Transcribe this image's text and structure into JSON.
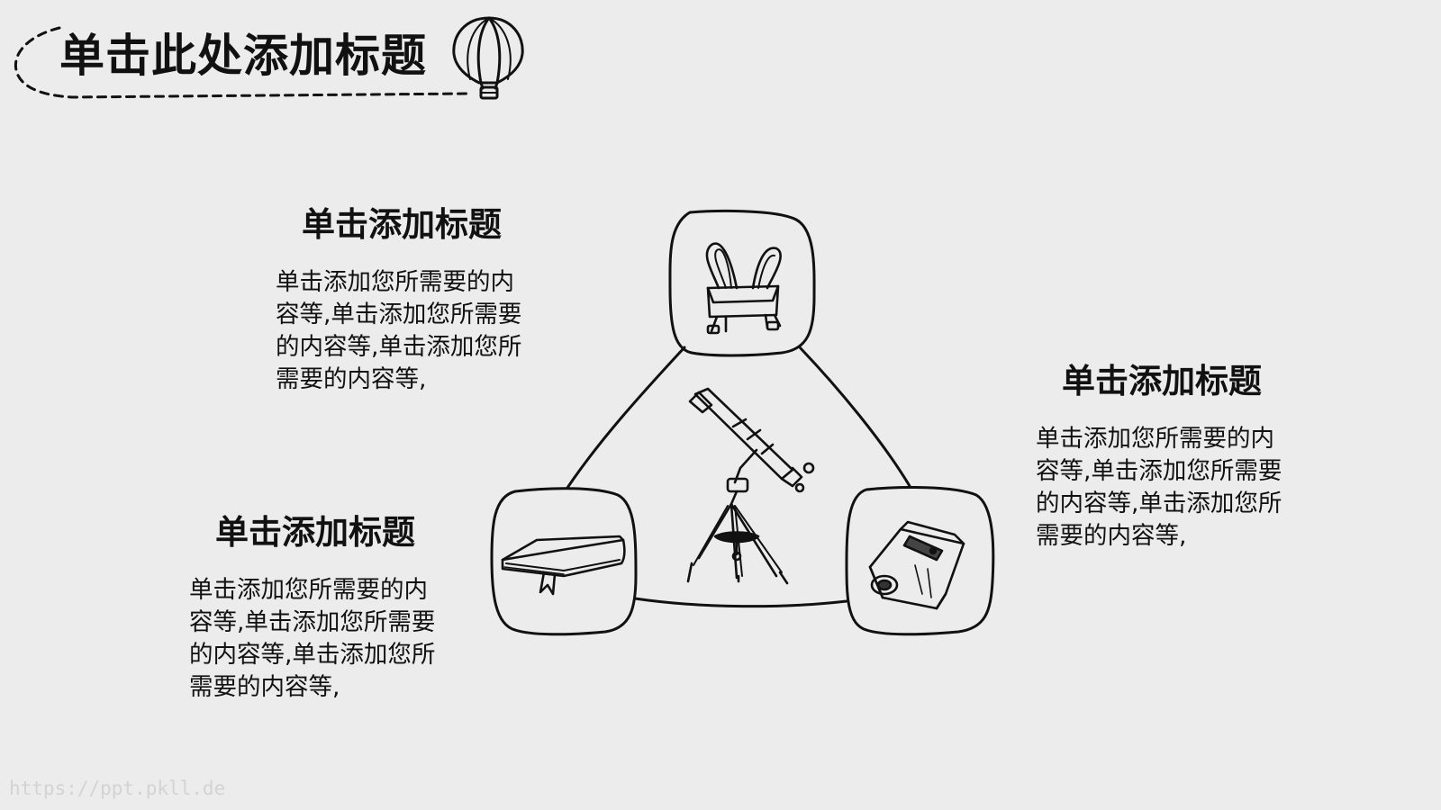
{
  "slide": {
    "title": "单击此处添加标题",
    "blocks": [
      {
        "heading": "单击添加标题",
        "body": "单击添加您所需要的内容等,单击添加您所需要的内容等,单击添加您所需要的内容等,"
      },
      {
        "heading": "单击添加标题",
        "body": "单击添加您所需要的内容等,单击添加您所需要的内容等,单击添加您所需要的内容等,"
      },
      {
        "heading": "单击添加标题",
        "body": "单击添加您所需要的内容等,单击添加您所需要的内容等,单击添加您所需要的内容等,"
      }
    ],
    "icons": [
      "hot-air-balloon-icon",
      "binder-clip-icon",
      "telescope-icon",
      "book-icon",
      "pencil-sharpener-icon"
    ]
  },
  "watermark": "https://ppt.pkll.de"
}
